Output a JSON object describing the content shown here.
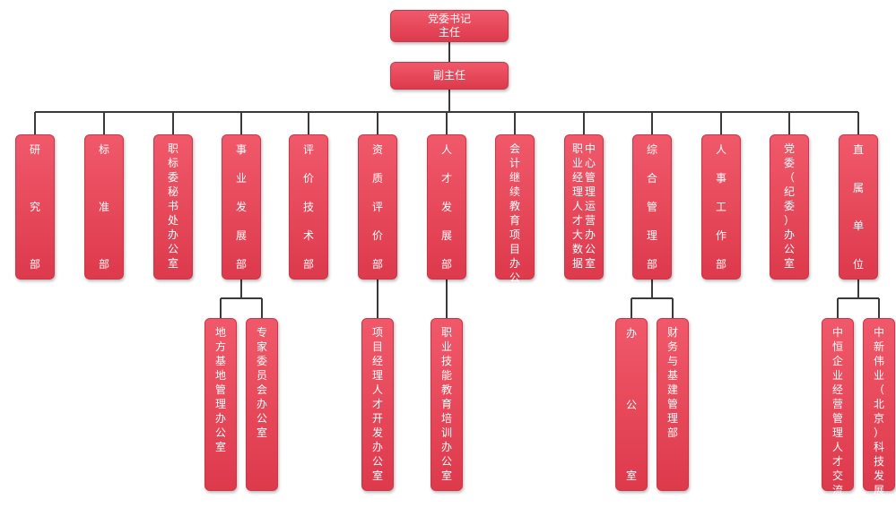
{
  "top": {
    "secretary": [
      "党委书记",
      "主任"
    ],
    "deputy": "副主任"
  },
  "departments": [
    {
      "label": "研究部",
      "spread": true,
      "children": []
    },
    {
      "label": "标准部",
      "spread": true,
      "children": []
    },
    {
      "label": "职标委秘书处办公室",
      "spread": false,
      "children": []
    },
    {
      "label": "事业发展部",
      "spread": true,
      "children": [
        "地方基地管理办公室",
        "专家委员会办公室"
      ]
    },
    {
      "label": "评价技术部",
      "spread": true,
      "children": []
    },
    {
      "label": "资质评价部",
      "spread": true,
      "children": [
        "项目经理人才开发办公室"
      ]
    },
    {
      "label": "人才发展部",
      "spread": true,
      "children": [
        "职业技能教育培训办公室"
      ]
    },
    {
      "label": "会计继续教育项目办公室",
      "spread": false,
      "children": []
    },
    {
      "label": "职业经理人才大数据中心管理运营办公室",
      "spread": false,
      "columns": [
        "职业经理人才大数据",
        "中心管理运营办公室"
      ],
      "children": []
    },
    {
      "label": "综合管理部",
      "spread": true,
      "children": [
        "办公室",
        "财务与基建管理部"
      ]
    },
    {
      "label": "人事工作部",
      "spread": true,
      "children": []
    },
    {
      "label": "党委（纪委）办公室",
      "spread": false,
      "children": []
    },
    {
      "label": "直属单位",
      "spread": true,
      "children": [
        "中恒企业经营管理人才交流中心",
        "中新伟业（北京）科技发展中心"
      ]
    }
  ]
}
